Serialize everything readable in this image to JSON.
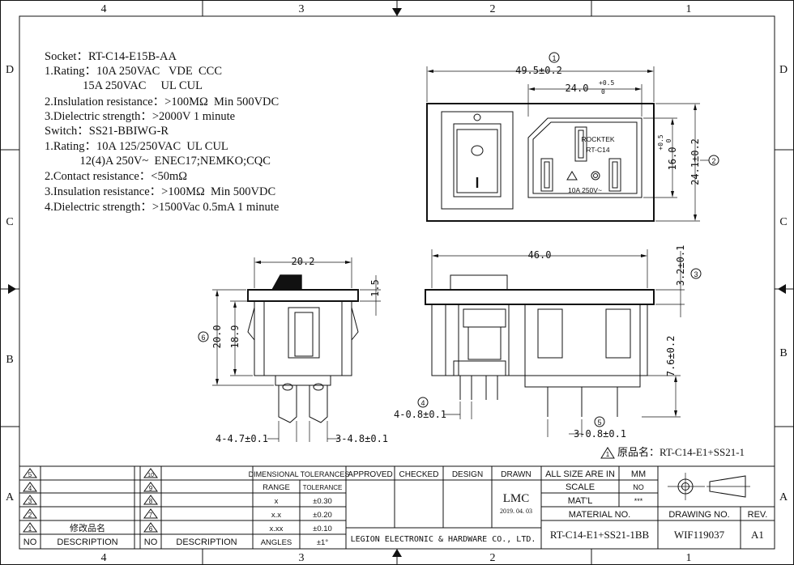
{
  "frame": {
    "cols_top": [
      "4",
      "3",
      "2",
      "1"
    ],
    "cols_bottom": [
      "4",
      "3",
      "2",
      "1"
    ],
    "rows_left": [
      "D",
      "C",
      "B",
      "A"
    ],
    "rows_right": [
      "D",
      "C",
      "B",
      "A"
    ]
  },
  "specs": {
    "lines": [
      "Socket：RT-C14-E15B-AA",
      "1.Rating：10A 250VAC   VDE  CCC",
      "             15A 250VAC     UL CUL",
      "2.Inslulation resistance：>100MΩ  Min 500VDC",
      "3.Dielectric strength：>2000V 1 minute",
      "Switch：SS21-BBIWG-R",
      "1.Rating：10A 125/250VAC  UL CUL",
      "            12(4)A 250V~  ENEC17;NEMKO;CQC",
      "2.Contact resistance：<50mΩ",
      "3.Insulation resistance：>100MΩ  Min 500VDC",
      "4.Dielectric strength：>1500Vac 0.5mA 1 minute"
    ]
  },
  "top_view": {
    "dim_width": "49.5±0.2",
    "dim_inner": "24.0",
    "dim_inner_tol_top": "+0.5",
    "dim_inner_tol_bot": "0",
    "dim_height": "24.1±0.2",
    "dim_cut": "16.0",
    "dim_cut_tol_top": "+0.5",
    "dim_cut_tol_bot": "0",
    "marker_1": "1",
    "marker_2": "2",
    "brand": "ROCKTEK",
    "model": "RT-C14",
    "rating": "10A 250V~",
    "switch_o": "O",
    "switch_i": "I"
  },
  "side_view": {
    "dim_width": "20.2",
    "dim_top": "1.5",
    "dim_h1": "20.0",
    "dim_h2": "18.9",
    "marker_6": "6",
    "pins": "4-4.7±0.1",
    "pins2": "3-4.8±0.1"
  },
  "front_view": {
    "dim_width": "46.0",
    "dim_top": "3.2±0.1",
    "marker_3": "3",
    "dim_pin": "7.6±0.2",
    "pins_left": "4-0.8±0.1",
    "marker_4": "4",
    "pins_right": "3-0.8±0.1",
    "marker_5": "5"
  },
  "original_name": {
    "marker": "1",
    "text": "原品名：RT-C14-E1+SS21-1"
  },
  "title_block": {
    "rev_rows": [
      {
        "no": "5",
        "desc": ""
      },
      {
        "no": "4",
        "desc": ""
      },
      {
        "no": "3",
        "desc": ""
      },
      {
        "no": "2",
        "desc": ""
      },
      {
        "no": "1",
        "desc": "修改品名"
      }
    ],
    "rev_rows_b": [
      {
        "no": "10",
        "desc": ""
      },
      {
        "no": "9",
        "desc": ""
      },
      {
        "no": "8",
        "desc": ""
      },
      {
        "no": "7",
        "desc": ""
      },
      {
        "no": "6",
        "desc": ""
      }
    ],
    "h_no": "NO",
    "h_desc": "DESCRIPTION",
    "tol_header": "DIMENSIONAL TOLERANCES",
    "tol_range": "RANGE",
    "tol_tol": "TOLERANCE",
    "tol_rows": [
      {
        "r": "x",
        "t": "±0.30"
      },
      {
        "r": "x.x",
        "t": "±0.20"
      },
      {
        "r": "x.xx",
        "t": "±0.10"
      },
      {
        "r": "ANGLES",
        "t": "±1°"
      }
    ],
    "approved": "APPROVED",
    "checked": "CHECKED",
    "design": "DESIGN",
    "drawn": "DRAWN",
    "drawn_by": "LMC",
    "drawn_date": "2019. 04. 03",
    "company": "LEGION ELECTRONIC & HARDWARE CO., LTD.",
    "all_size": "ALL SIZE ARE IN",
    "all_size_v": "MM",
    "scale": "SCALE",
    "scale_v": "NO",
    "matl": "MAT'L",
    "matl_v": "***",
    "material_no": "MATERIAL  NO.",
    "material_no_v": "RT-C14-E1+SS21-1BB",
    "drawing_no": "DRAWING NO.",
    "drawing_no_v": "WIF119037",
    "rev": "REV.",
    "rev_v": "A1"
  }
}
